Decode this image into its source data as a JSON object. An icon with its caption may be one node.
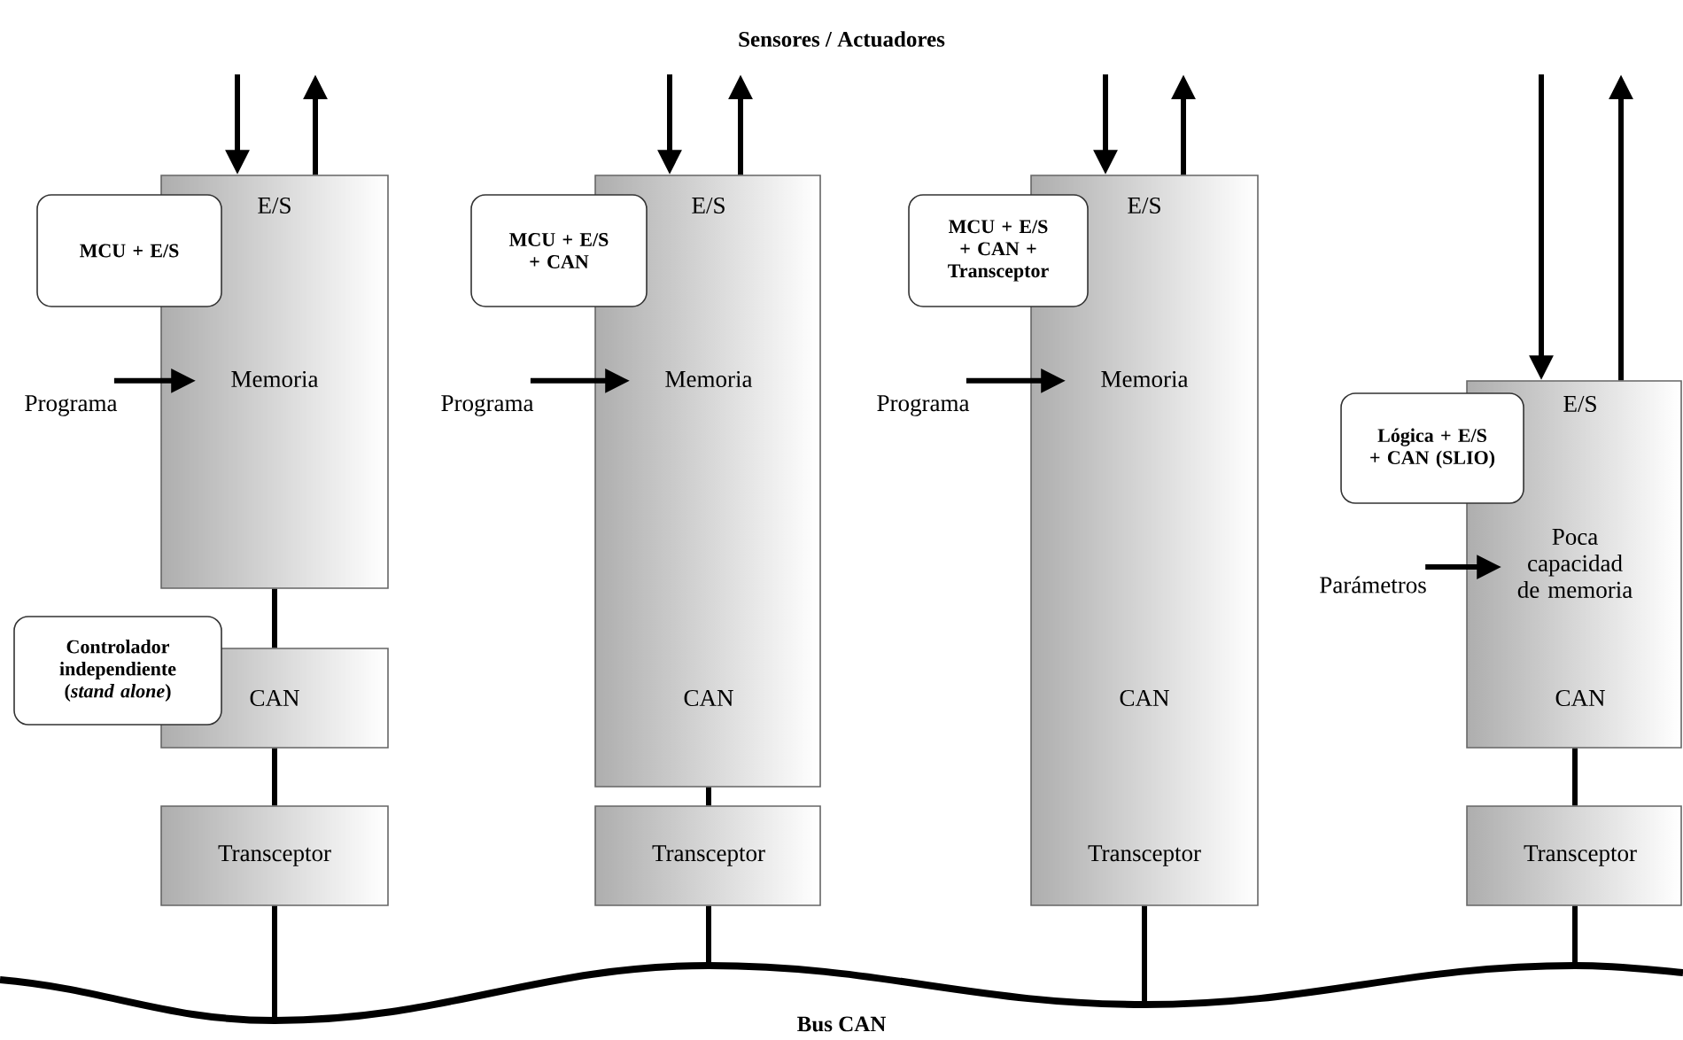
{
  "diagram": {
    "title": "Sensores / Actuadores",
    "nodes": [
      {
        "text": [
          "E/S",
          "Memoria"
        ]
      },
      {
        "text": [
          "MCU + E/S"
        ]
      },
      {
        "text": [
          "Programa"
        ]
      },
      {
        "text": [
          "CAN"
        ]
      },
      {
        "text": [
          "Controlador independiente (*stand alone*)"
        ]
      },
      {
        "text": [
          "Transceptor"
        ]
      },
      {
        "text": [
          "E/S",
          "Memoria",
          "CAN"
        ]
      },
      {
        "text": [
          "MCU + E/S + CAN"
        ]
      },
      {
        "text": [
          "Programa"
        ]
      },
      {
        "text": [
          "Transceptor"
        ]
      },
      {
        "text": [
          "E/S",
          "Memoria",
          "CAN",
          "Transceptor"
        ]
      },
      {
        "text": [
          "MCU + E/S + CAN + Transceptor"
        ]
      },
      {
        "text": [
          "Programa"
        ]
      },
      {
        "text": [
          "E/S",
          "Poca capacidad de memoria",
          "CAN"
        ]
      },
      {
        "text": [
          "Lógica + E/S + CAN (SLIO)"
        ]
      },
      {
        "text": [
          "Parámetros"
        ]
      },
      {
        "text": [
          "Transceptor"
        ]
      },
      {
        "text": [
          "Bus CAN"
        ]
      }
    ],
    "edges": [
      {
        "from": 2,
        "to": 0,
        "arrow": "to"
      },
      {
        "from": null,
        "to": 0,
        "arrow": "to"
      },
      {
        "from": 0,
        "to": null,
        "arrow": "to"
      },
      {
        "from": 0,
        "to": 3,
        "arrow": "none"
      },
      {
        "from": 3,
        "to": 5,
        "arrow": "none"
      },
      {
        "from": 5,
        "to": 17,
        "arrow": "none"
      },
      {
        "from": 8,
        "to": 6,
        "arrow": "to"
      },
      {
        "from": null,
        "to": 6,
        "arrow": "to"
      },
      {
        "from": 6,
        "to": null,
        "arrow": "to"
      },
      {
        "from": 6,
        "to": 9,
        "arrow": "none"
      },
      {
        "from": 9,
        "to": 17,
        "arrow": "none"
      },
      {
        "from": 12,
        "to": 10,
        "arrow": "to"
      },
      {
        "from": null,
        "to": 10,
        "arrow": "to"
      },
      {
        "from": 10,
        "to": null,
        "arrow": "to"
      },
      {
        "from": 10,
        "to": 17,
        "arrow": "none"
      },
      {
        "from": 15,
        "to": 13,
        "arrow": "to"
      },
      {
        "from": null,
        "to": 13,
        "arrow": "to"
      },
      {
        "from": 13,
        "to": null,
        "arrow": "to"
      },
      {
        "from": 13,
        "to": 16,
        "arrow": "none"
      },
      {
        "from": 16,
        "to": 17,
        "arrow": "none"
      }
    ]
  }
}
